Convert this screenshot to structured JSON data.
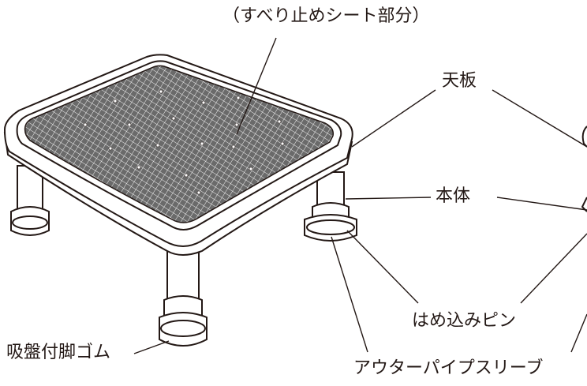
{
  "labels": {
    "anti_slip": "（すべり止めシート部分）",
    "top_plate": "天板",
    "body": "本体",
    "pin": "はめ込みピン",
    "sleeve": "アウターパイプスリーブ",
    "foot": "吸盤付脚ゴム"
  },
  "colors": {
    "line": "#231815",
    "mesh_fill": "#5a5a5a",
    "background": "#ffffff"
  }
}
